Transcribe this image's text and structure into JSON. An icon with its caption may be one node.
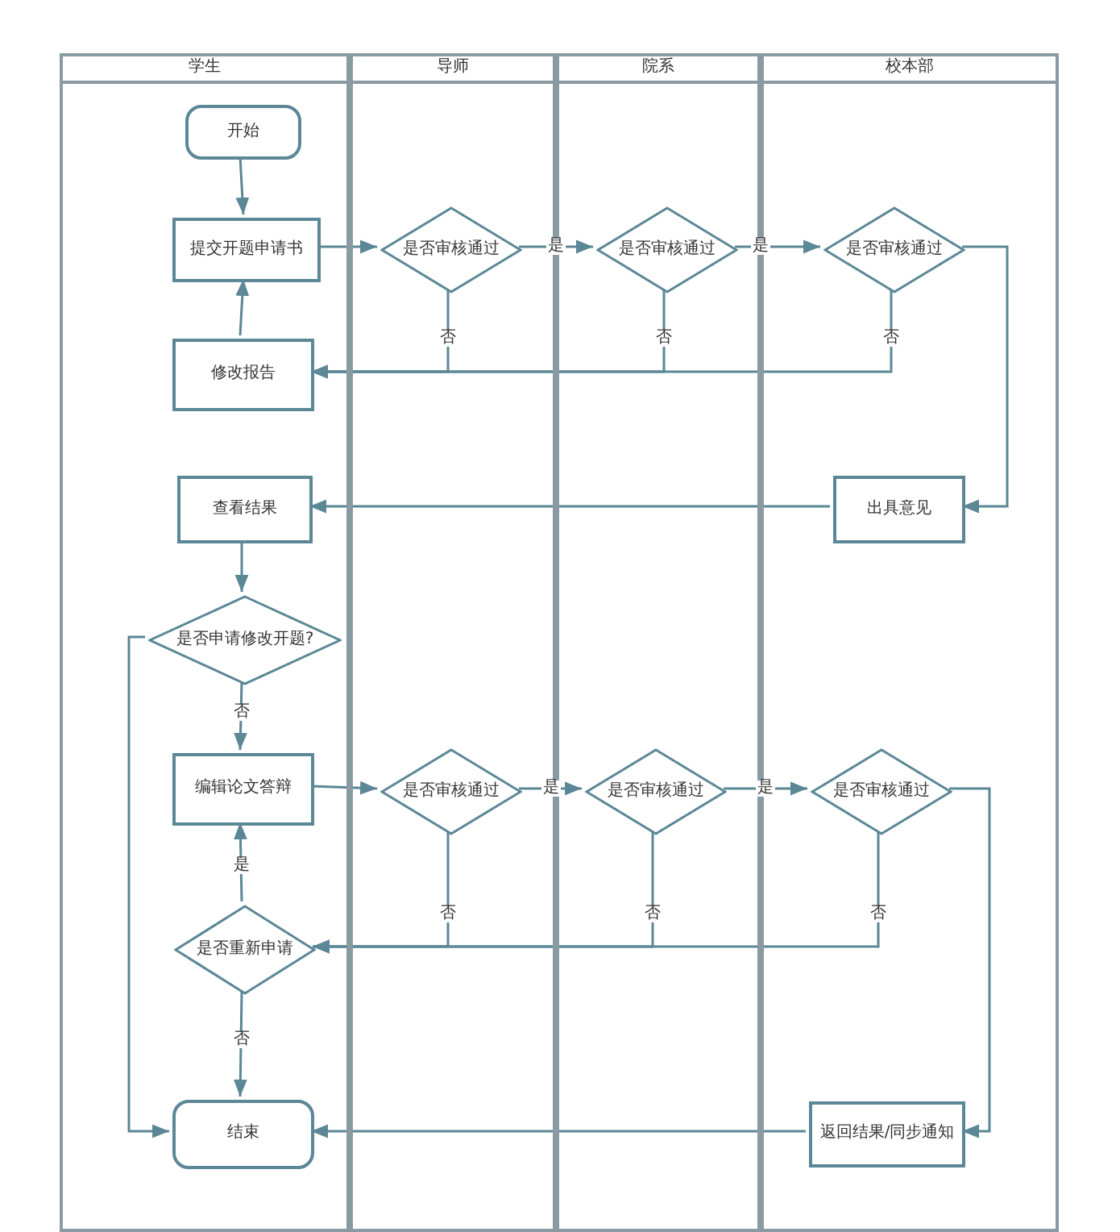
{
  "diagram": {
    "nodes": [
      {
        "text": [
          "学生"
        ]
      },
      {
        "text": [
          "导师"
        ]
      },
      {
        "text": [
          "院系"
        ]
      },
      {
        "text": [
          "校本部"
        ]
      },
      {
        "text": [
          "开始"
        ],
        "in": 0
      },
      {
        "text": [
          "提交开题申请书"
        ],
        "in": 0
      },
      {
        "text": [
          "修改报告"
        ],
        "in": 0
      },
      {
        "text": [
          "是否审核通过"
        ],
        "in": 1
      },
      {
        "text": [
          "是否审核通过"
        ],
        "in": 2
      },
      {
        "text": [
          "是否审核通过"
        ],
        "in": 3
      },
      {
        "text": [
          "出具意见"
        ],
        "in": 3
      },
      {
        "text": [
          "查看结果"
        ],
        "in": 0
      },
      {
        "text": [
          "是否申请修改开题?"
        ],
        "in": 0
      },
      {
        "text": [
          "编辑论文答辩"
        ],
        "in": 0
      },
      {
        "text": [
          "是否审核通过"
        ],
        "in": 1
      },
      {
        "text": [
          "是否审核通过"
        ],
        "in": 2
      },
      {
        "text": [
          "是否审核通过"
        ],
        "in": 3
      },
      {
        "text": [
          "是否重新申请"
        ],
        "in": 0
      },
      {
        "text": [
          "结束"
        ],
        "in": 0
      },
      {
        "text": [
          "返回结果/同步通知"
        ],
        "in": 3
      }
    ],
    "edges": [
      {
        "from": 4,
        "to": 5,
        "arrow": "to"
      },
      {
        "from": 6,
        "to": 5,
        "arrow": "to"
      },
      {
        "from": 5,
        "to": 7,
        "arrow": "to"
      },
      {
        "from": 7,
        "to": 8,
        "arrow": "to",
        "label": "是"
      },
      {
        "from": 8,
        "to": 9,
        "arrow": "to",
        "label": "是"
      },
      {
        "from": 9,
        "to": 10,
        "arrow": "to"
      },
      {
        "from": 7,
        "to": 6,
        "arrow": "to",
        "label": "否"
      },
      {
        "from": 8,
        "to": 6,
        "arrow": "to",
        "label": "否"
      },
      {
        "from": 9,
        "to": 6,
        "arrow": "to",
        "label": "否"
      },
      {
        "from": 10,
        "to": 11,
        "arrow": "to"
      },
      {
        "from": 11,
        "to": 12,
        "arrow": "to"
      },
      {
        "from": 12,
        "to": 13,
        "arrow": "to",
        "label": "否"
      },
      {
        "from": 12,
        "to": 18,
        "arrow": "to"
      },
      {
        "from": 13,
        "to": 14,
        "arrow": "to"
      },
      {
        "from": 14,
        "to": 15,
        "arrow": "to",
        "label": "是"
      },
      {
        "from": 15,
        "to": 16,
        "arrow": "to",
        "label": "是"
      },
      {
        "from": 16,
        "to": 19,
        "arrow": "to"
      },
      {
        "from": 14,
        "to": 17,
        "arrow": "to",
        "label": "否"
      },
      {
        "from": 15,
        "to": 17,
        "arrow": "to",
        "label": "否"
      },
      {
        "from": 16,
        "to": 17,
        "arrow": "to",
        "label": "否"
      },
      {
        "from": 17,
        "to": 13,
        "arrow": "to",
        "label": "是"
      },
      {
        "from": 17,
        "to": 18,
        "arrow": "to",
        "label": "否"
      },
      {
        "from": 19,
        "to": 18,
        "arrow": "to"
      }
    ]
  }
}
